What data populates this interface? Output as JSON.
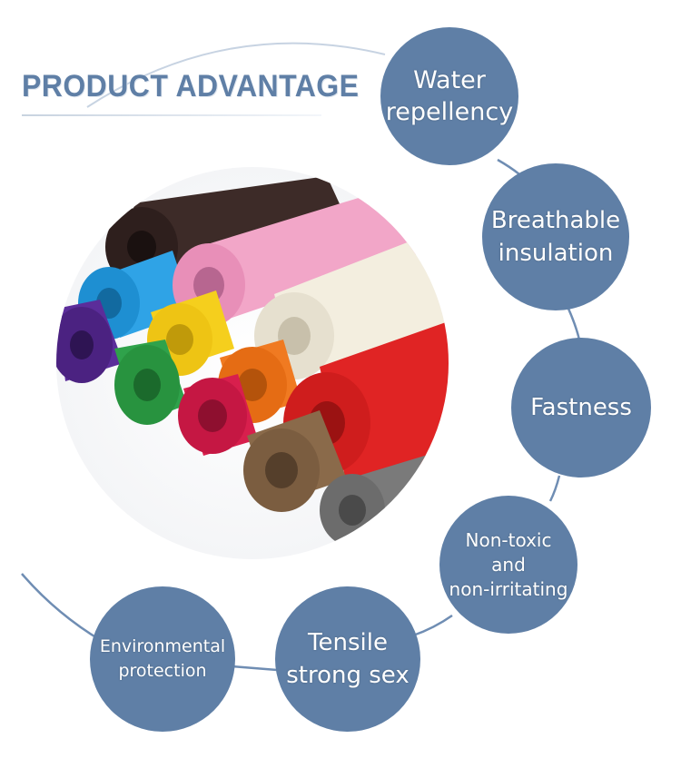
{
  "header": {
    "title": "PRODUCT ADVANTAGE"
  },
  "theme": {
    "accent": "#5f7fa6",
    "line": "#6f8db3",
    "bubble_text": "#ffffff"
  },
  "advantages": [
    {
      "lines": [
        "Water",
        "repellency"
      ]
    },
    {
      "lines": [
        "Breathable",
        "insulation"
      ]
    },
    {
      "lines": [
        "Fastness"
      ]
    },
    {
      "lines": [
        "Non-toxic",
        "and",
        "non-irritating"
      ]
    },
    {
      "lines": [
        "Tensile",
        "strong sex"
      ]
    },
    {
      "lines": [
        "Environmental",
        "protection"
      ]
    }
  ],
  "photo": {
    "subject": "stacked rolls of colored non-woven fabric",
    "roll_colors": [
      "#3d2b28",
      "#f2a6c8",
      "#2fa3e6",
      "#f3eedf",
      "#5b2d9a",
      "#f5cf1d",
      "#2fa24b",
      "#f07a21",
      "#d81f4d",
      "#e02424",
      "#8a6a4a",
      "#7a7a7a"
    ]
  }
}
